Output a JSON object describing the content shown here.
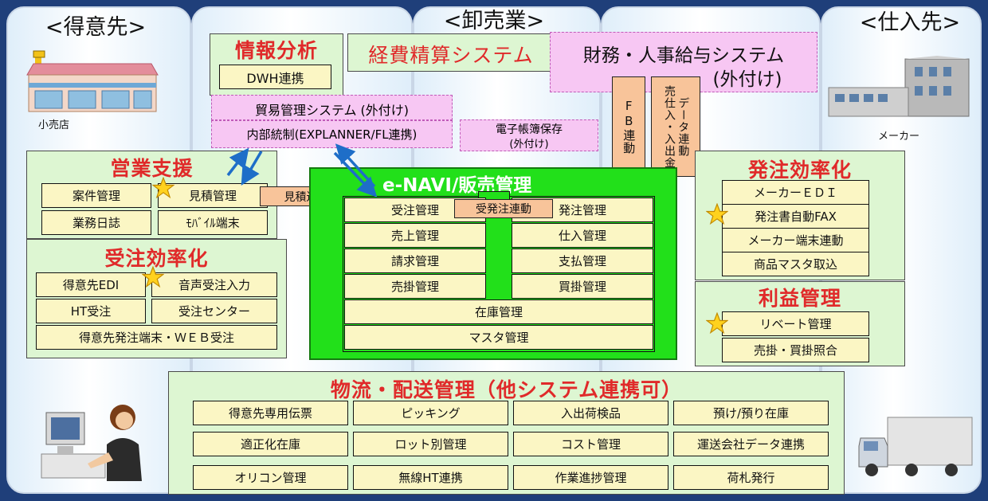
{
  "headers": {
    "customer": "<得意先>",
    "wholesale": "<卸売業>",
    "supplier": "<仕入先>"
  },
  "labels": {
    "retail": "小売店",
    "maker": "メーカー"
  },
  "info_analysis": {
    "title": "情報分析",
    "item": "DWH連携"
  },
  "expense": {
    "title": "経費精算システム"
  },
  "finance": {
    "line1": "財務・人事給与システム",
    "line2": "(外付け)"
  },
  "trade": {
    "label": "貿易管理システム (外付け)"
  },
  "internal": {
    "label": "内部統制(EXPLANNER/FL連携)"
  },
  "ebook": {
    "line1": "電子帳簿保存",
    "line2": "(外付け)"
  },
  "fb": {
    "label": "FB連動"
  },
  "baishi": {
    "col1": "売仕入・入出金",
    "col2": "データ連動"
  },
  "sales_support": {
    "title": "営業支援",
    "items": [
      "案件管理",
      "見積管理",
      "業務日誌",
      "ﾓﾊﾞｲﾙ端末"
    ]
  },
  "estimate_link": "見積連動",
  "order_eff": {
    "title": "受注効率化",
    "items": [
      "得意先EDI",
      "音声受注入力",
      "HT受注",
      "受注センター",
      "得意先発注端末・ＷＥＢ受注"
    ]
  },
  "enavi": {
    "title": "e-NAVI/販売管理",
    "link": "受発注連動",
    "left": [
      "受注管理",
      "売上管理",
      "請求管理",
      "売掛管理"
    ],
    "right": [
      "発注管理",
      "仕入管理",
      "支払管理",
      "買掛管理"
    ],
    "bottom": [
      "在庫管理",
      "マスタ管理"
    ]
  },
  "po_eff": {
    "title": "発注効率化",
    "items": [
      "メーカーＥＤＩ",
      "発注書自動FAX",
      "メーカー端末連動",
      "商品マスタ取込"
    ]
  },
  "profit": {
    "title": "利益管理",
    "items": [
      "リベート管理",
      "売掛・買掛照合"
    ]
  },
  "logistics": {
    "title": "物流・配送管理（他システム連携可）",
    "items": [
      "得意先専用伝票",
      "ピッキング",
      "入出荷検品",
      "預け/預り在庫",
      "適正化在庫",
      "ロット別管理",
      "コスト管理",
      "運送会社データ連携",
      "オリコン管理",
      "無線HT連携",
      "作業進捗管理",
      "荷札発行"
    ]
  },
  "colors": {
    "frame": "#1f3f7a",
    "group_bg": "#ddf6d2",
    "title_red": "#e02a2a",
    "item_yellow": "#fbf6c4",
    "pink": "#f7c7f3",
    "orange": "#f8c49a",
    "enavi_green": "#22e01a",
    "star": "#ffd21e",
    "arrow": "#1e6ec8"
  },
  "icons": [
    "building-icon",
    "factory-icon",
    "person-computer-icon",
    "truck-icon",
    "star-icon",
    "bidirectional-arrow-icon"
  ]
}
